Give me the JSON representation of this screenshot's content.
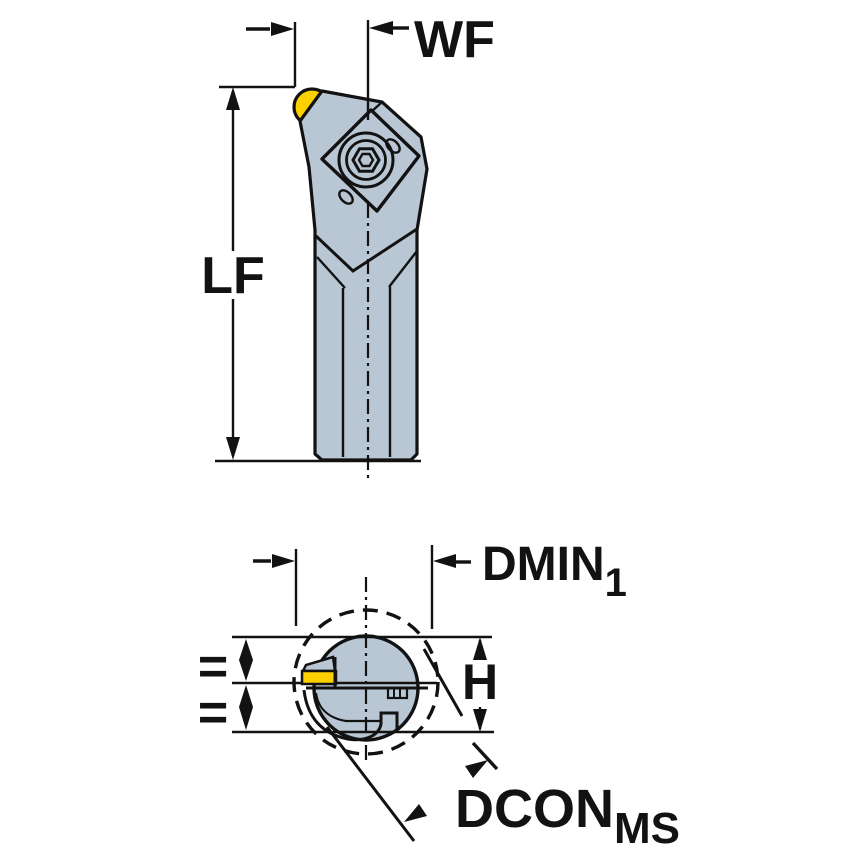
{
  "drawing": {
    "kind": "tool-holder-dimensional-drawing",
    "views": {
      "side_view": "tool side view with round insert",
      "section_view": "shank cross-section with insert pocket"
    },
    "colors": {
      "body_fill": "#b9c6d3",
      "insert_fill": "#fdd000",
      "line": "#121212",
      "background": "#ffffff"
    }
  },
  "labels": {
    "wf": "WF",
    "lf": "LF",
    "dmin": {
      "text": "DMIN",
      "sub": "1"
    },
    "h": "H",
    "dcon": {
      "text": "DCON",
      "sub": "MS"
    },
    "equals_upper": "=",
    "equals_lower": "="
  }
}
